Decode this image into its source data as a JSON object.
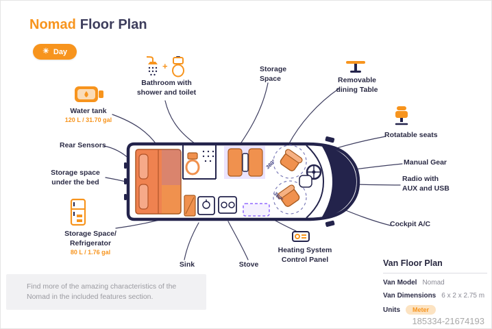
{
  "page": {
    "title_accent": "Nomad",
    "title_rest": "Floor Plan",
    "footer_note": "Find more of the amazing characteristics of the Nomad in the included features section.",
    "watermark": "185334-21674193"
  },
  "mode_toggle": {
    "label": "Day",
    "icon_glyph": "☀",
    "icon_name": "sun-icon"
  },
  "callouts": {
    "bathroom": "Bathroom with shower and toilet",
    "bathroom_plus": "+",
    "storage_space_top": "Storage Space",
    "dining_table": "Removable dining Table",
    "water_tank": "Water tank",
    "water_tank_capacity": "120 L / 31.70 gal",
    "rear_sensors": "Rear Sensors",
    "storage_under_bed": "Storage space under the bed",
    "fridge": "Storage Space/ Refrigerator",
    "fridge_capacity": "80 L / 1.76 gal",
    "sink": "Sink",
    "stove": "Stove",
    "heating": "Heating System Control Panel",
    "rotatable_seats": "Rotatable seats",
    "manual_gear": "Manual Gear",
    "radio": "Radio with AUX and USB",
    "cockpit_ac": "Cockpit A/C"
  },
  "diagram": {
    "rotation_label": "360°"
  },
  "spec_panel": {
    "title": "Van Floor Plan",
    "rows": [
      {
        "label": "Van Model",
        "value": "Nomad"
      },
      {
        "label": "Van Dimensions",
        "value": "6 x 2 x 2.75 m"
      },
      {
        "label": "Units",
        "value": "Meter"
      }
    ]
  },
  "colors": {
    "accent": "#F7941D",
    "navy": "#23234B",
    "purple": "#7C4DFF",
    "pink": "#E91E63"
  }
}
